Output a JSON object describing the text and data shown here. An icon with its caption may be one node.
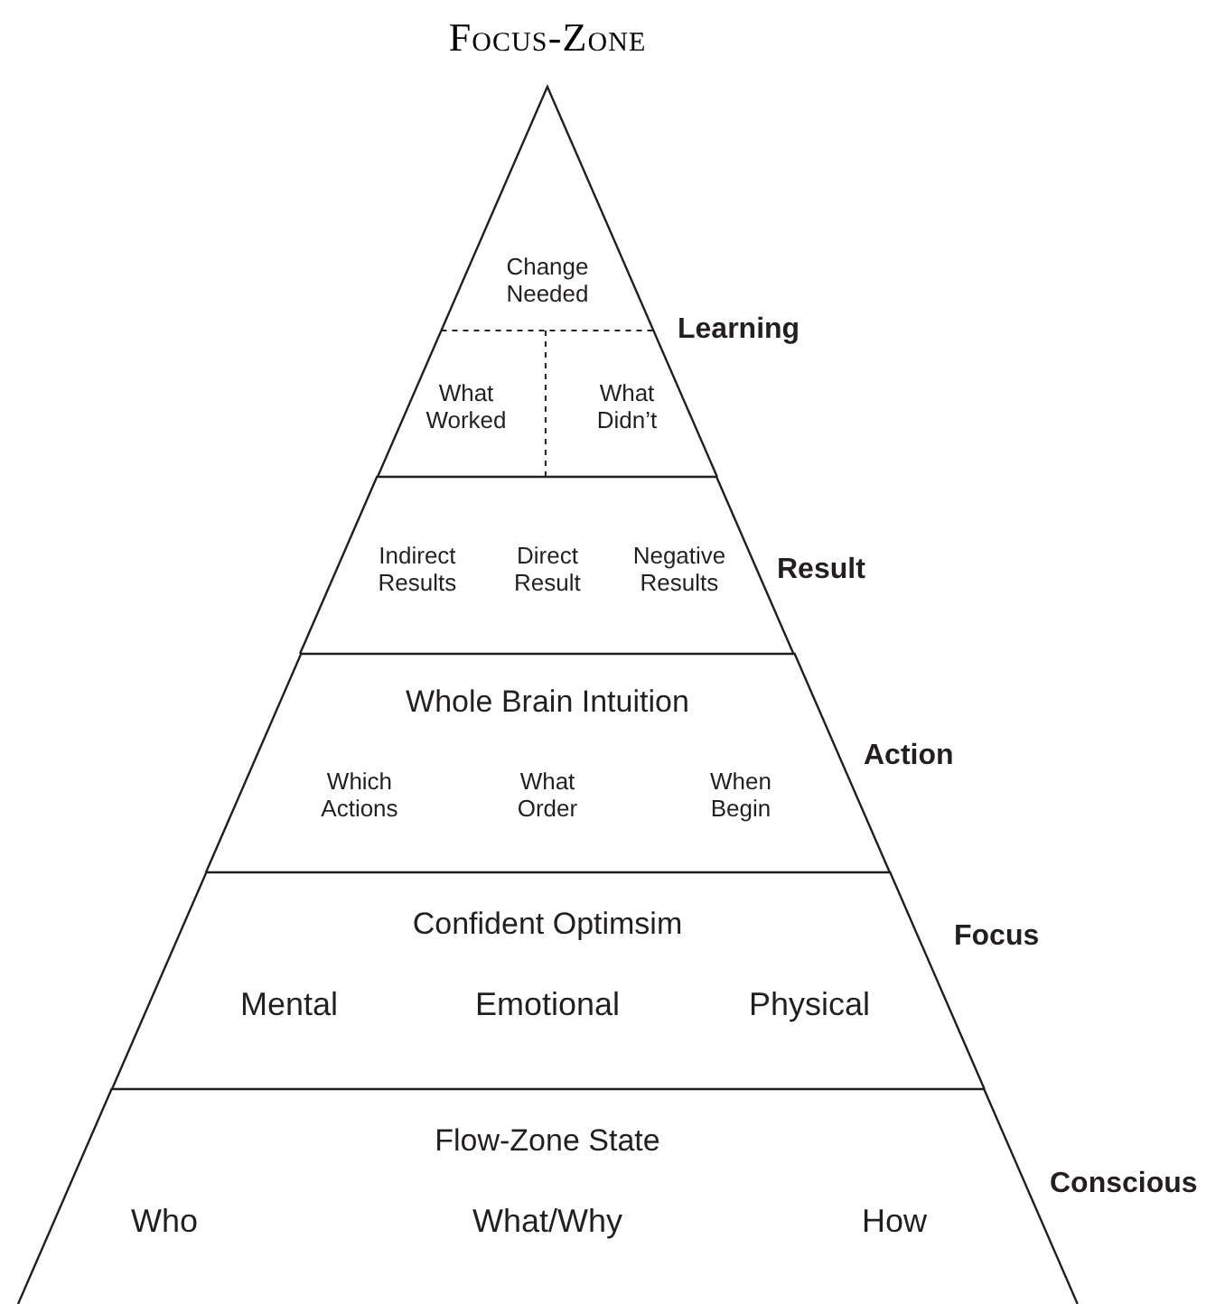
{
  "diagram": {
    "title": "Focus-Zone",
    "nodes": [
      {
        "text": [
          "Change Needed",
          "What Worked",
          "What Didn’t"
        ],
        "beside": [
          "Learning"
        ]
      },
      {
        "text": [
          "Indirect Results",
          "Direct Result",
          "Negative Results"
        ],
        "beside": [
          "Result"
        ]
      },
      {
        "text": [
          "Whole Brain Intuition",
          "Which Actions",
          "What Order",
          "When Begin"
        ],
        "beside": [
          "Action"
        ]
      },
      {
        "text": [
          "Confident Optimsim",
          "Mental",
          "Emotional",
          "Physical"
        ],
        "beside": [
          "Focus"
        ]
      },
      {
        "text": [
          "Flow-Zone State",
          "Who",
          "What/Why",
          "How"
        ],
        "beside": [
          "Conscious"
        ]
      }
    ]
  }
}
